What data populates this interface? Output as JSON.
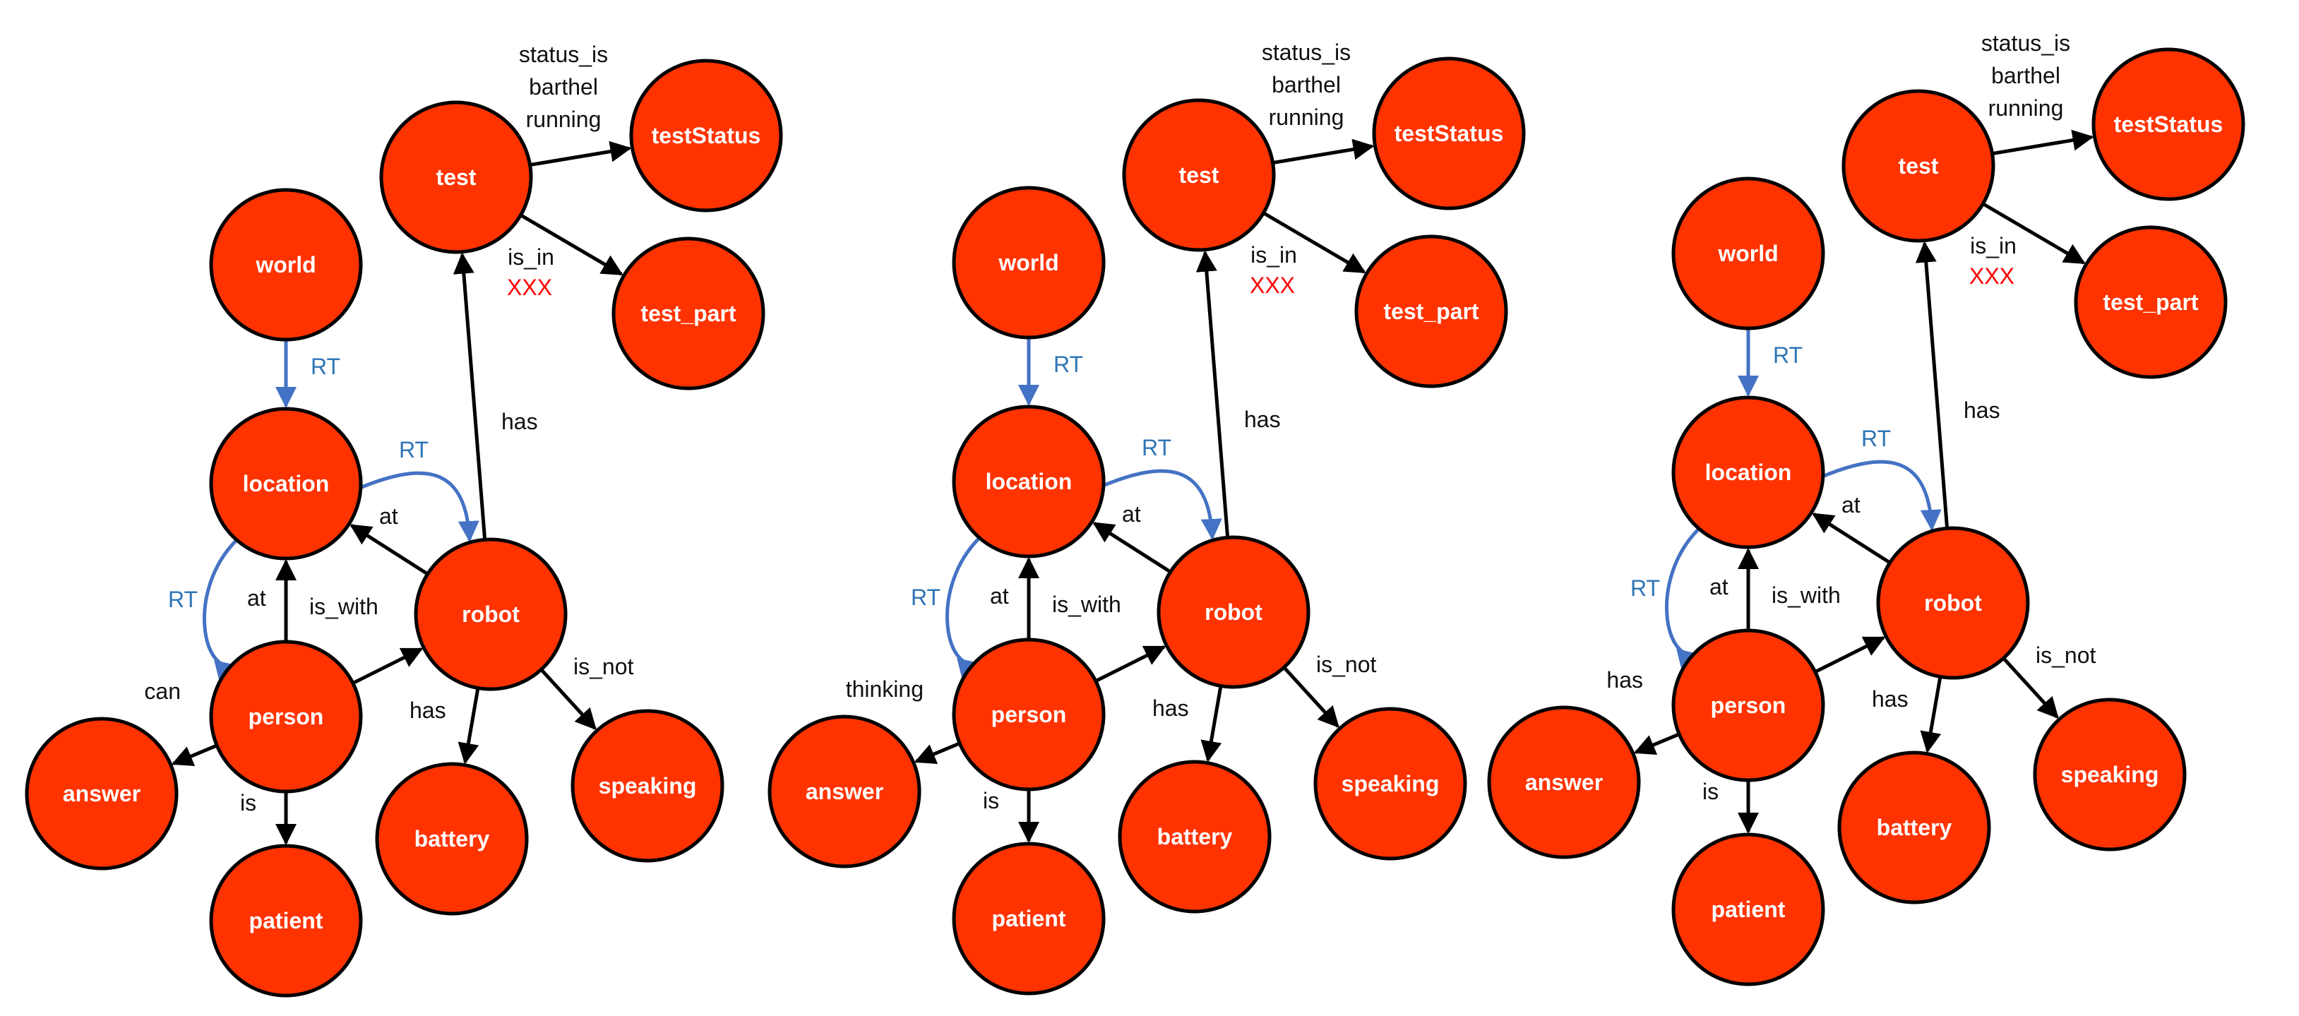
{
  "colors": {
    "node_fill": "#ff3300",
    "node_stroke": "#000000",
    "edge_black": "#000000",
    "edge_blue": "#4472c4",
    "rt_text": "#2e75b6",
    "xxx_text": "#ff0000"
  },
  "graphs": [
    {
      "nodes": {
        "test": "test",
        "testStatus": "testStatus",
        "test_part": "test_part",
        "world": "world",
        "location": "location",
        "robot": "robot",
        "person": "person",
        "answer": "answer",
        "patient": "patient",
        "battery": "battery",
        "speaking": "speaking"
      },
      "edges": {
        "status_line1": "status_is",
        "status_line2": "barthel",
        "status_line3": "running",
        "is_in": "is_in",
        "xxx": "XXX",
        "world_rt": "RT",
        "location_robot_rt": "RT",
        "location_person_rt": "RT",
        "robot_location_at": "at",
        "person_location_at": "at",
        "person_robot_is_with": "is_with",
        "robot_test_has": "has",
        "person_answer": "can",
        "person_patient_is": "is",
        "robot_battery_has": "has",
        "robot_speaking_is_not": "is_not"
      }
    },
    {
      "nodes": {
        "test": "test",
        "testStatus": "testStatus",
        "test_part": "test_part",
        "world": "world",
        "location": "location",
        "robot": "robot",
        "person": "person",
        "answer": "answer",
        "patient": "patient",
        "battery": "battery",
        "speaking": "speaking"
      },
      "edges": {
        "status_line1": "status_is",
        "status_line2": "barthel",
        "status_line3": "running",
        "is_in": "is_in",
        "xxx": "XXX",
        "world_rt": "RT",
        "location_robot_rt": "RT",
        "location_person_rt": "RT",
        "robot_location_at": "at",
        "person_location_at": "at",
        "person_robot_is_with": "is_with",
        "robot_test_has": "has",
        "person_answer": "thinking",
        "person_patient_is": "is",
        "robot_battery_has": "has",
        "robot_speaking_is_not": "is_not"
      }
    },
    {
      "nodes": {
        "test": "test",
        "testStatus": "testStatus",
        "test_part": "test_part",
        "world": "world",
        "location": "location",
        "robot": "robot",
        "person": "person",
        "answer": "answer",
        "patient": "patient",
        "battery": "battery",
        "speaking": "speaking"
      },
      "edges": {
        "status_line1": "status_is",
        "status_line2": "barthel",
        "status_line3": "running",
        "is_in": "is_in",
        "xxx": "XXX",
        "world_rt": "RT",
        "location_robot_rt": "RT",
        "location_person_rt": "RT",
        "robot_location_at": "at",
        "person_location_at": "at",
        "person_robot_is_with": "is_with",
        "robot_test_has": "has",
        "person_answer": "has",
        "person_patient_is": "is",
        "robot_battery_has": "has",
        "robot_speaking_is_not": "is_not"
      }
    }
  ]
}
